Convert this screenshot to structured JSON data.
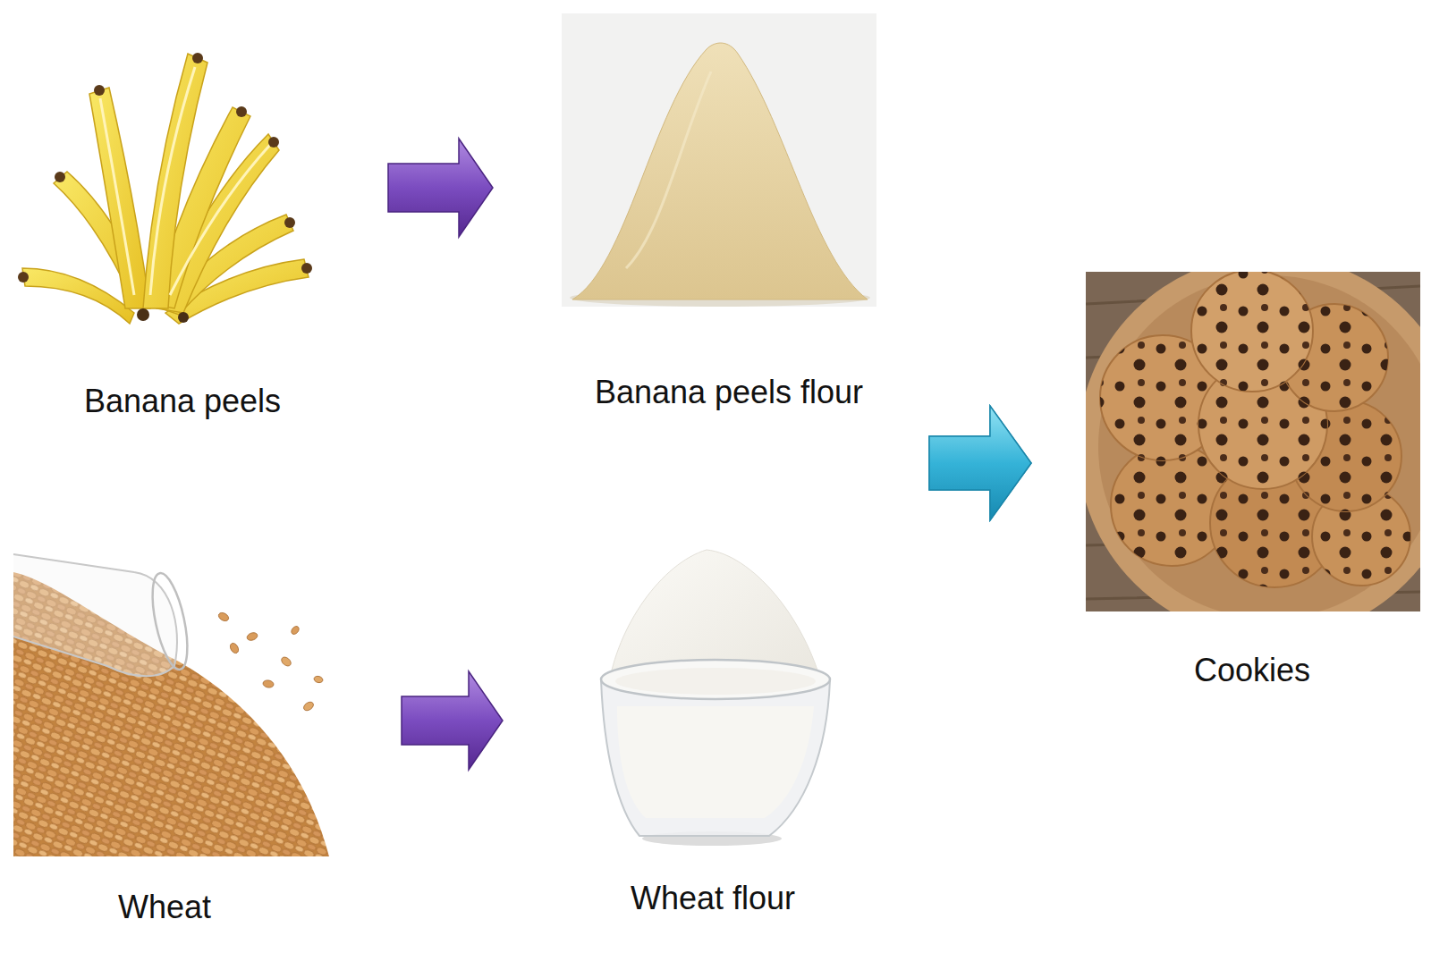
{
  "diagram": {
    "nodes": [
      {
        "text": [
          "Banana peels"
        ]
      },
      {
        "text": [
          "Banana peels flour"
        ]
      },
      {
        "text": [
          "Wheat"
        ]
      },
      {
        "text": [
          "Wheat flour"
        ]
      },
      {
        "text": [
          "Cookies"
        ]
      }
    ],
    "edges": [
      {
        "from": 0,
        "to": 1,
        "arrow": "to"
      },
      {
        "from": 2,
        "to": 3,
        "arrow": "to"
      },
      {
        "from": 1,
        "to": 4,
        "arrow": "to"
      },
      {
        "from": 3,
        "to": 4,
        "arrow": "to"
      }
    ]
  }
}
